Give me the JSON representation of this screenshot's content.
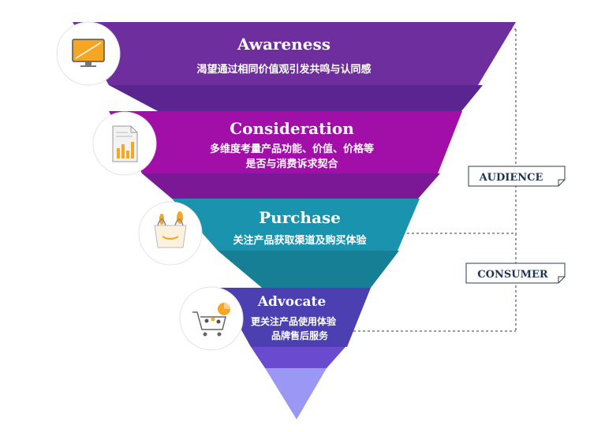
{
  "stages": [
    {
      "title": "Awareness",
      "desc": [
        "渴望通过相同价值观引发共鸣与认同感"
      ],
      "color": "#6f2e9e",
      "icon": "monitor-icon"
    },
    {
      "title": "Consideration",
      "desc": [
        "多维度考量产品功能、价值、价格等",
        "是否与消费诉求契合"
      ],
      "color": "#a20ea8",
      "icon": "document-chart-icon"
    },
    {
      "title": "Purchase",
      "desc": [
        "关注产品获取渠道及购买体验"
      ],
      "color": "#1a93ae",
      "icon": "shopping-bag-icon"
    },
    {
      "title": "Advocate",
      "desc": [
        "更关注产品使用体验",
        "品牌售后服务"
      ],
      "color": "#4b3fb1",
      "icon": "shopping-cart-icon"
    }
  ],
  "tags": {
    "audience": "AUDIENCE",
    "consumer": "CONSUMER"
  },
  "colors": {
    "connector1": "#5a2590",
    "connector2": "#7b1895",
    "connector3": "#6a4bd0",
    "tip": "#9a98f4",
    "tag_border": "#2e3b4e",
    "accent": "#f5a623"
  }
}
